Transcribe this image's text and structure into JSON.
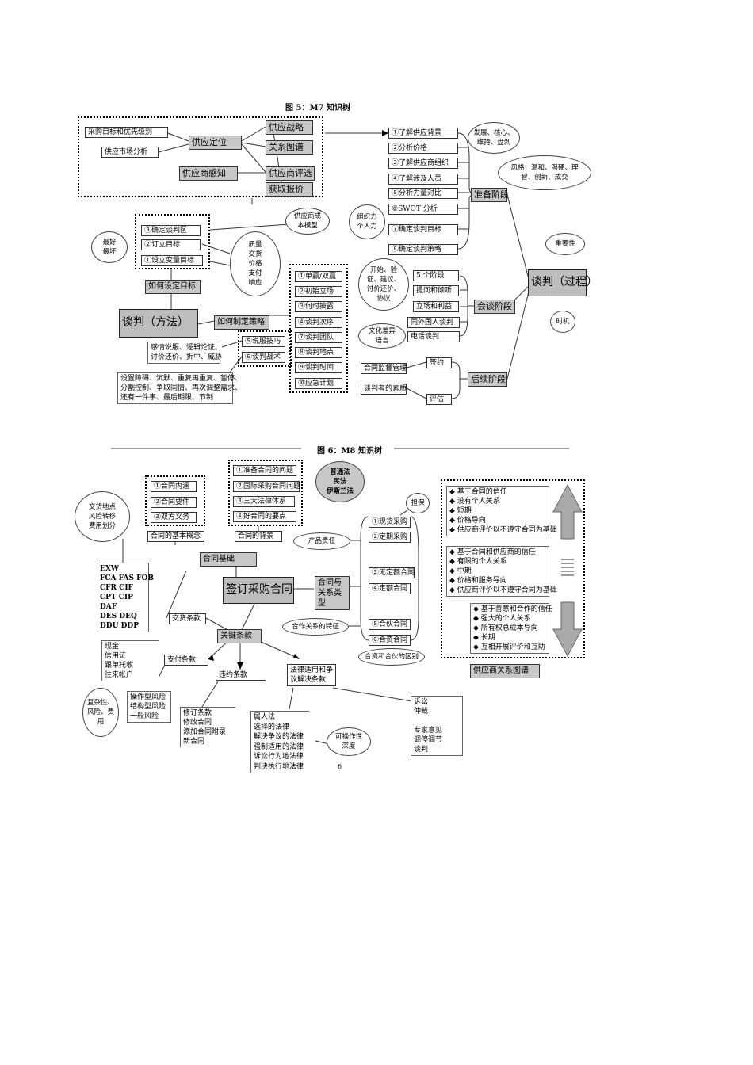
{
  "fig5": {
    "title": "图 5：M7 知识树",
    "left_top": {
      "goal_priority": "采购目标和优先级别",
      "market_analysis": "供应市场分析",
      "positioning": "供应定位",
      "perception": "供应商感知",
      "supply_strategy": "供应战略",
      "relation_map": "关系图谱",
      "supplier_eval": "供应商评选",
      "get_quote": "获取报价"
    },
    "prep_items": [
      "①了解供应背景",
      "②分析价格",
      "③了解供应商组织",
      "④了解涉及人员",
      "⑤分析力量对比",
      "⑥SWOT 分析",
      "⑦确定谈判目标",
      "⑧确定谈判策略"
    ],
    "prep_stage": "准备阶段",
    "bubble_dev": "发展、核心、\n维持、盘剥",
    "bubble_style": "风格：温和、强硬、理\n智、创新、成交",
    "bubble_org": "组织力\n个人力",
    "bubble_cost": "供应商成\n本模型",
    "target_items": [
      "③确定谈判区",
      "②订立目标",
      "①设立变量目标"
    ],
    "bubble_best": "最好\n最坏",
    "bubble_quality": "质量\n交货\n价格\n支付\n响应",
    "how_target": "如何设定目标",
    "method": "谈判（方法）",
    "how_strategy": "如何制定策略",
    "strategy_items": [
      "①单赢/双赢",
      "②初始立场",
      "③何时披露",
      "④谈判次序",
      "⑦谈判团队",
      "⑧谈判地点",
      "⑨谈判时间",
      "⑩应急计划"
    ],
    "skill_items": [
      "⑤说服技巧",
      "⑥谈判战术"
    ],
    "persuasion": "感情说服、逻辑论证、\n讨价还价、折中、威胁",
    "tactics": "设置障碍、沉默、重复再重复、暂停、\n分割控制、争取同情、再次调整需求、\n还有一件事、最后期限、节制",
    "meeting_items": [
      "5 个阶段",
      "提问和倾听",
      "立场和利益",
      "同外国人谈判",
      "电话谈判"
    ],
    "bubble_open": "开始、验\n证、建议、\n讨价还价、\n协议",
    "bubble_culture": "文化差异\n语言",
    "meeting_stage": "会谈阶段",
    "process": "谈判（过程）",
    "bubble_importance": "重要性",
    "bubble_timing": "时机",
    "follow_items": [
      "签约",
      "评估"
    ],
    "contract_manage": "合同监督管理",
    "negotiator_quality": "谈判者的素质",
    "follow_stage": "后续阶段"
  },
  "fig6": {
    "title": "图 6：M8 知识树",
    "concept_items": [
      "①合同内涵",
      "②合同要件",
      "③双方义务"
    ],
    "concept_label": "合同的基本概念",
    "background_items": [
      "①准备合同的问题",
      "②国际采购合同问题",
      "③三大法律体系",
      "④好合同的要点"
    ],
    "background_label": "合同的背景",
    "bubble_law": "普通法\n民法\n伊斯兰法",
    "bubble_delivery": "交货地点\n风险转移\n费用划分",
    "incoterms": "EXW\nFCA FAS FOB\nCFR CIF\nCPT CIP\nDAF\nDES DEQ\nDDU DDP",
    "contract_basis": "合同基础",
    "sign_contract": "签订采购合同",
    "contract_types": "合同与\n关系类\n型",
    "bubble_guarantee": "担保",
    "bubble_product": "产品责任",
    "type_items": [
      "①现货采购",
      "②定期采购",
      "③无定额合同",
      "④定额合同",
      "⑤合伙合同",
      "⑥合资合同"
    ],
    "bubble_partner": "合作关系的特征",
    "partner_diff": "合资和合伙的区别",
    "relation_boxes": [
      "◆ 基于合同的信任\n◆ 没有个人关系\n◆ 短期\n◆ 价格导向\n◆ 供应商评价以不遵守合同为基础",
      "◆ 基于合同和供应商的信任\n◆ 有限的个人关系\n◆ 中期\n◆ 价格和服务导向\n◆ 供应商评价以不遵守合同为基础",
      "◆ 基于善意和合作的信任\n◆ 强大的个人关系\n◆ 所有权总成本导向\n◆ 长期\n◆ 互相开展评价和互助"
    ],
    "relation_map": "供应商关系图谱",
    "delivery_clause": "交货条款",
    "key_clause": "关键条款",
    "payment_list": "现金\n信用证\n跟单托收\n往来帐户",
    "payment_clause": "支付条款",
    "bubble_complex": "复杂性、\n风险、费\n用",
    "risk_list": "操作型风险\n结构型风险\n一般风险",
    "breach_clause": "违约条款",
    "amend_list": "修订条款\n修改合同\n添加合同附录\n新合同",
    "law_clause": "法律适用和争\n议解决条款",
    "law_list": "属人法\n选择的法律\n解决争议的法律\n强制适用的法律\n诉讼行为地法律\n判决执行地法律",
    "bubble_operable": "可操作性\n深度",
    "dispute_list": "诉讼\n仲裁\n\n专家意见\n调停调节\n谈判",
    "page_number": "6"
  }
}
